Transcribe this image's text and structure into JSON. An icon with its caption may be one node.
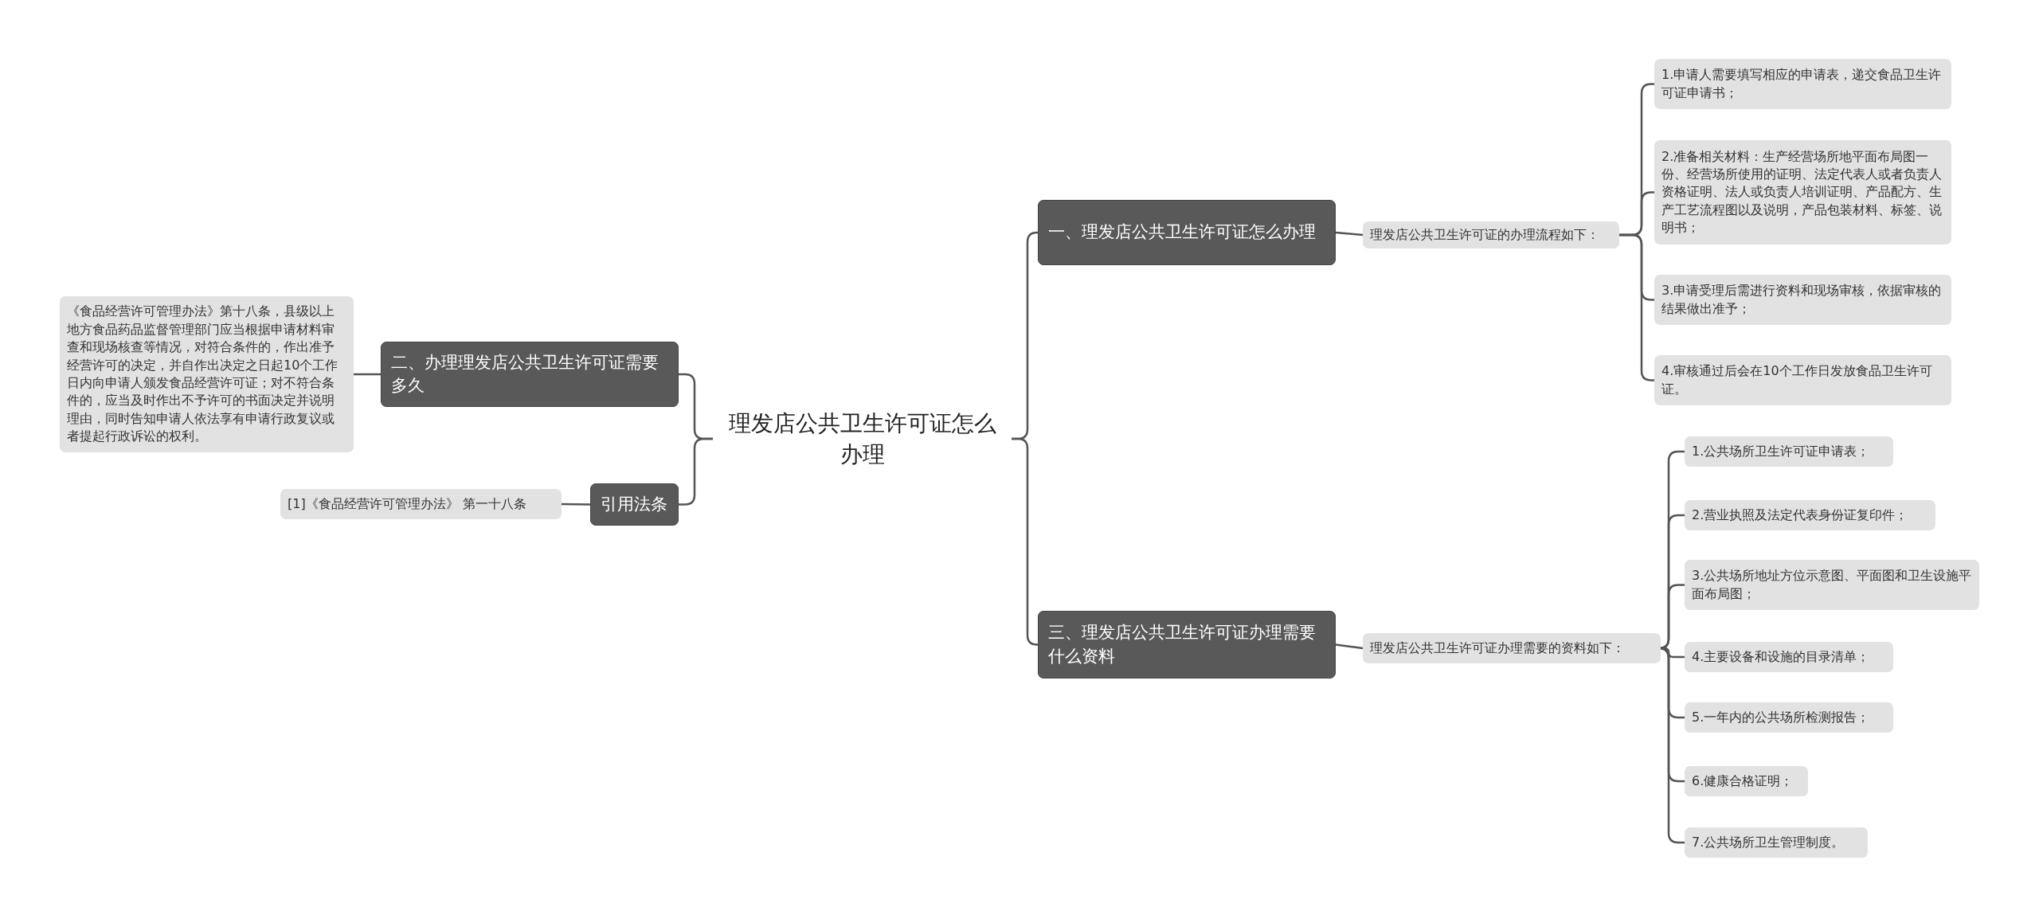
{
  "diagram": {
    "nodes": [
      {
        "text": [
          "理发店公共卫生许可证怎么办理"
        ]
      },
      {
        "text": [
          "一、理发店公共卫生许可证怎么办理"
        ]
      },
      {
        "text": [
          "理发店公共卫生许可证的办理流程如下："
        ]
      },
      {
        "text": [
          "1.申请人需要填写相应的申请表，递交食品卫生许可证申请书；"
        ]
      },
      {
        "text": [
          "2.准备相关材料：生产经营场所地平面布局图一份、经营场所使用的证明、法定代表人或者负责人资格证明、法人或负责人培训证明、产品配方、生产工艺流程图以及说明，产品包装材料、标签、说明书；"
        ]
      },
      {
        "text": [
          "3.申请受理后需进行资料和现场审核，依据审核的结果做出准予；"
        ]
      },
      {
        "text": [
          "4.审核通过后会在10个工作日发放食品卫生许可证。"
        ]
      },
      {
        "text": [
          "三、理发店公共卫生许可证办理需要什么资料"
        ]
      },
      {
        "text": [
          "理发店公共卫生许可证办理需要的资料如下："
        ]
      },
      {
        "text": [
          "1.公共场所卫生许可证申请表；"
        ]
      },
      {
        "text": [
          "2.营业执照及法定代表身份证复印件；"
        ]
      },
      {
        "text": [
          "3.公共场所地址方位示意图、平面图和卫生设施平面布局图；"
        ]
      },
      {
        "text": [
          "4.主要设备和设施的目录清单；"
        ]
      },
      {
        "text": [
          "5.一年内的公共场所检测报告；"
        ]
      },
      {
        "text": [
          "6.健康合格证明；"
        ]
      },
      {
        "text": [
          "7.公共场所卫生管理制度。"
        ]
      },
      {
        "text": [
          "二、办理理发店公共卫生许可证需要多久"
        ]
      },
      {
        "text": [
          "《食品经营许可管理办法》第十八条，县级以上地方食品药品监督管理部门应当根据申请材料审查和现场核查等情况，对符合条件的，作出准予经营许可的决定，并自作出决定之日起10个工作日内向申请人颁发食品经营许可证；对不符合条件的，应当及时作出不予许可的书面决定并说明理由，同时告知申请人依法享有申请行政复议或者提起行政诉讼的权利。"
        ]
      },
      {
        "text": [
          "引用法条"
        ]
      },
      {
        "text": [
          "[1]《食品经营许可管理办法》 第一十八条"
        ]
      }
    ],
    "edges": [
      {
        "from": 0,
        "to": 1,
        "arrow": "none"
      },
      {
        "from": 1,
        "to": 2,
        "arrow": "none"
      },
      {
        "from": 2,
        "to": 3,
        "arrow": "none"
      },
      {
        "from": 2,
        "to": 4,
        "arrow": "none"
      },
      {
        "from": 2,
        "to": 5,
        "arrow": "none"
      },
      {
        "from": 2,
        "to": 6,
        "arrow": "none"
      },
      {
        "from": 0,
        "to": 7,
        "arrow": "none"
      },
      {
        "from": 7,
        "to": 8,
        "arrow": "none"
      },
      {
        "from": 8,
        "to": 9,
        "arrow": "none"
      },
      {
        "from": 8,
        "to": 10,
        "arrow": "none"
      },
      {
        "from": 8,
        "to": 11,
        "arrow": "none"
      },
      {
        "from": 8,
        "to": 12,
        "arrow": "none"
      },
      {
        "from": 8,
        "to": 13,
        "arrow": "none"
      },
      {
        "from": 8,
        "to": 14,
        "arrow": "none"
      },
      {
        "from": 8,
        "to": 15,
        "arrow": "none"
      },
      {
        "from": 0,
        "to": 16,
        "arrow": "none"
      },
      {
        "from": 16,
        "to": 17,
        "arrow": "none"
      },
      {
        "from": 0,
        "to": 18,
        "arrow": "none"
      },
      {
        "from": 18,
        "to": 19,
        "arrow": "none"
      }
    ]
  }
}
